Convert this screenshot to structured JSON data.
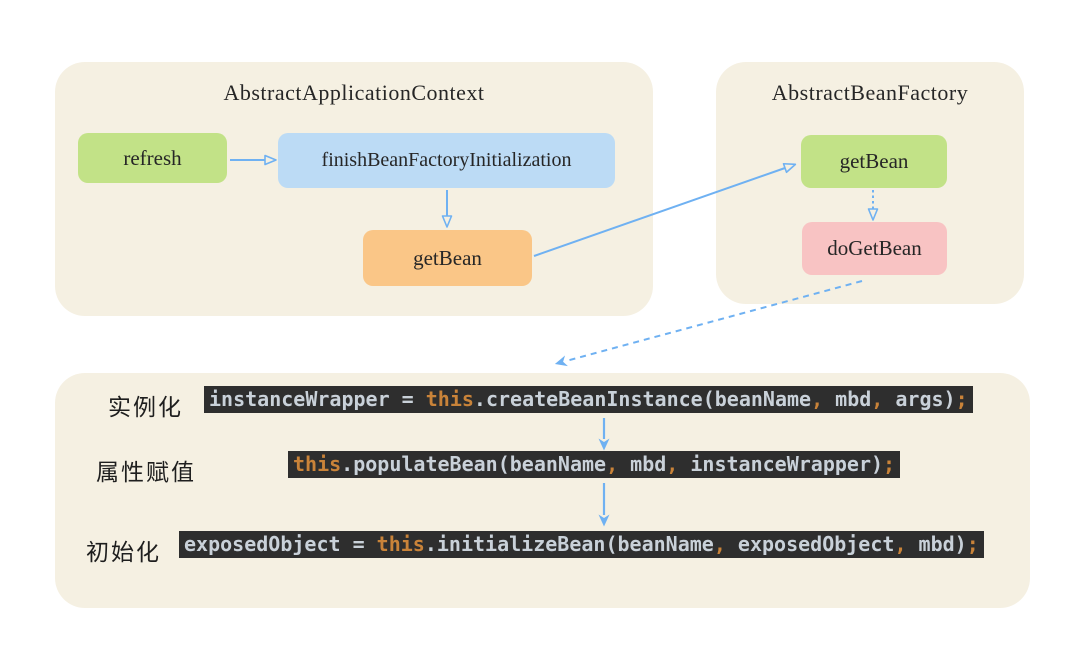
{
  "app_context": {
    "title": "AbstractApplicationContext",
    "nodes": {
      "refresh": "refresh",
      "finish": "finishBeanFactoryInitialization",
      "get_bean": "getBean"
    }
  },
  "bean_factory": {
    "title": "AbstractBeanFactory",
    "nodes": {
      "get_bean": "getBean",
      "do_get_bean": "doGetBean"
    }
  },
  "lifecycle": {
    "steps": [
      {
        "label": "实例化",
        "code": [
          {
            "text": "instanceWrapper = ",
            "type": "plain"
          },
          {
            "text": "this",
            "type": "keyword"
          },
          {
            "text": ".createBeanInstance(beanName",
            "type": "plain"
          },
          {
            "text": ",",
            "type": "keyword"
          },
          {
            "text": " mbd",
            "type": "plain"
          },
          {
            "text": ",",
            "type": "keyword"
          },
          {
            "text": " args)",
            "type": "plain"
          },
          {
            "text": ";",
            "type": "keyword"
          }
        ]
      },
      {
        "label": "属性赋值",
        "code": [
          {
            "text": "this",
            "type": "keyword"
          },
          {
            "text": ".populateBean(beanName",
            "type": "plain"
          },
          {
            "text": ",",
            "type": "keyword"
          },
          {
            "text": " mbd",
            "type": "plain"
          },
          {
            "text": ",",
            "type": "keyword"
          },
          {
            "text": " instanceWrapper)",
            "type": "plain"
          },
          {
            "text": ";",
            "type": "keyword"
          }
        ]
      },
      {
        "label": "初始化",
        "code": [
          {
            "text": "exposedObject = ",
            "type": "plain"
          },
          {
            "text": "this",
            "type": "keyword"
          },
          {
            "text": ".initializeBean(beanName",
            "type": "plain"
          },
          {
            "text": ",",
            "type": "keyword"
          },
          {
            "text": " exposedObject",
            "type": "plain"
          },
          {
            "text": ",",
            "type": "keyword"
          },
          {
            "text": " mbd)",
            "type": "plain"
          },
          {
            "text": ";",
            "type": "keyword"
          }
        ]
      }
    ]
  },
  "colors": {
    "panel-bg": "#f5f0e2",
    "node-green": "#c2e287",
    "node-blue": "#bcdbf5",
    "node-orange": "#fac687",
    "node-pink": "#f8c3c3",
    "arrow-blue": "#6fb1f2",
    "code-bg": "#2e2e2e",
    "code-plain": "#c9d1d9",
    "code-keyword": "#c98339",
    "text-dark": "#262626"
  }
}
